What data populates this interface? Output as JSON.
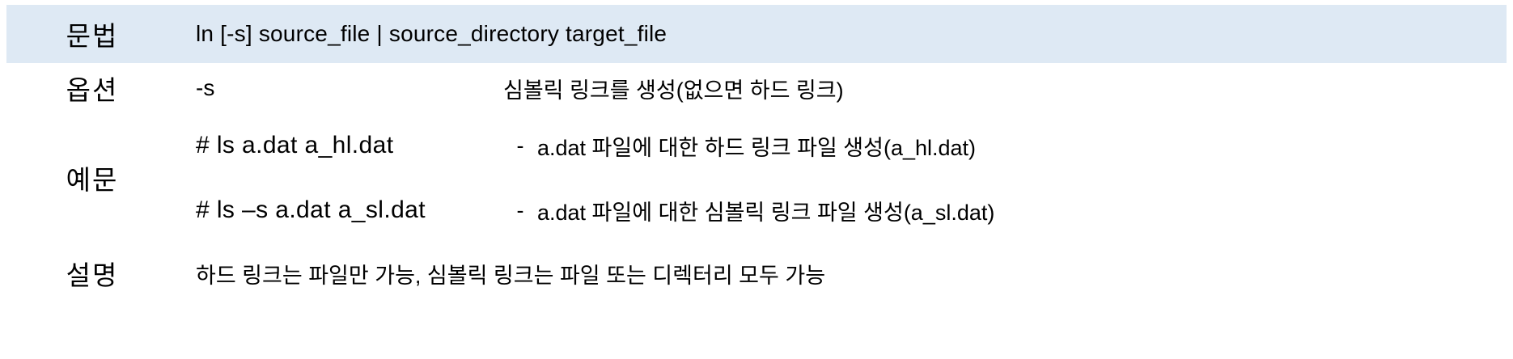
{
  "table": {
    "rows": [
      {
        "label": "문법",
        "type": "syntax",
        "text": "ln [-s] source_file | source_directory target_file"
      },
      {
        "label": "옵션",
        "type": "option",
        "flag": "-s",
        "description": "심볼릭 링크를 생성(없으면 하드 링크)"
      },
      {
        "label": "예문",
        "type": "examples",
        "items": [
          {
            "command": "# ls a.dat a_hl.dat",
            "dash": "-",
            "description": "a.dat 파일에 대한 하드 링크 파일 생성(a_hl.dat)"
          },
          {
            "command": "# ls –s a.dat a_sl.dat",
            "dash": "-",
            "description": "a.dat 파일에 대한 심볼릭 링크 파일 생성(a_sl.dat)"
          }
        ]
      },
      {
        "label": "설명",
        "type": "description",
        "text": "하드 링크는 파일만 가능, 심볼릭 링크는 파일 또는 디렉터리 모두 가능"
      }
    ]
  },
  "colors": {
    "rule": "#5b9bd5",
    "rule_light": "#8db3e2",
    "header_fill": "#dee9f4",
    "text": "#000000"
  }
}
